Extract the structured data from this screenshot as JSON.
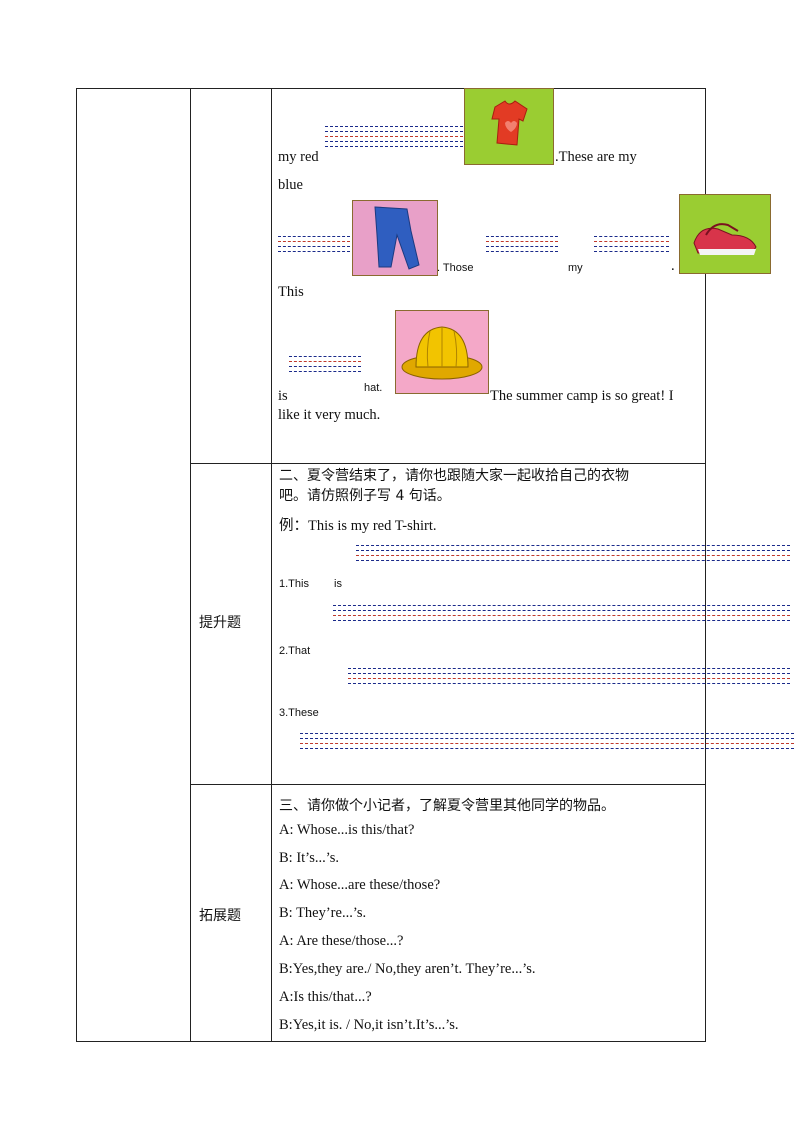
{
  "row1": {
    "text_my_red": "my red",
    "text_these_are_my": ".These are my",
    "text_blue": "blue",
    "text_those": ". Those",
    "text_my": "my",
    "text_dot": ".",
    "text_this": "This",
    "text_is": "is",
    "text_hat": "hat.",
    "text_summer": "The summer camp is so great! I",
    "text_like": "like it very much."
  },
  "row2": {
    "category": "提升题",
    "instruction_line1": "二、夏令营结束了，请你也跟随大家一起收拾自己的衣物",
    "instruction_line2": "吧。请仿照例子写 4 句话。",
    "example": "例：This is my red T-shirt.",
    "item1_a": "1.This",
    "item1_b": "is",
    "item2": "2.That",
    "item3": "3.These"
  },
  "row3": {
    "category": "拓展题",
    "title": "三、请你做个小记者，了解夏令营里其他同学的物品。",
    "dialog": [
      "A: Whose...is this/that?",
      "B: It’s...’s.",
      "A: Whose...are these/those?",
      "B: They’re...’s.",
      "A: Are these/those...?",
      "B:Yes,they are./ No,they aren’t. They’re...’s.",
      "A:Is this/that...?",
      "B:Yes,it is. / No,it isn’t.It’s...’s."
    ]
  },
  "icons": [
    "tshirt-image",
    "jeans-image",
    "shoes-image",
    "hat-image"
  ],
  "colors": {
    "line_blue": "#1a2a8a",
    "line_red": "#c0392b",
    "tshirt_bg": "#9acd32",
    "jeans_bg": "#e8a0c8",
    "hat_bg": "#f4a8c8"
  }
}
